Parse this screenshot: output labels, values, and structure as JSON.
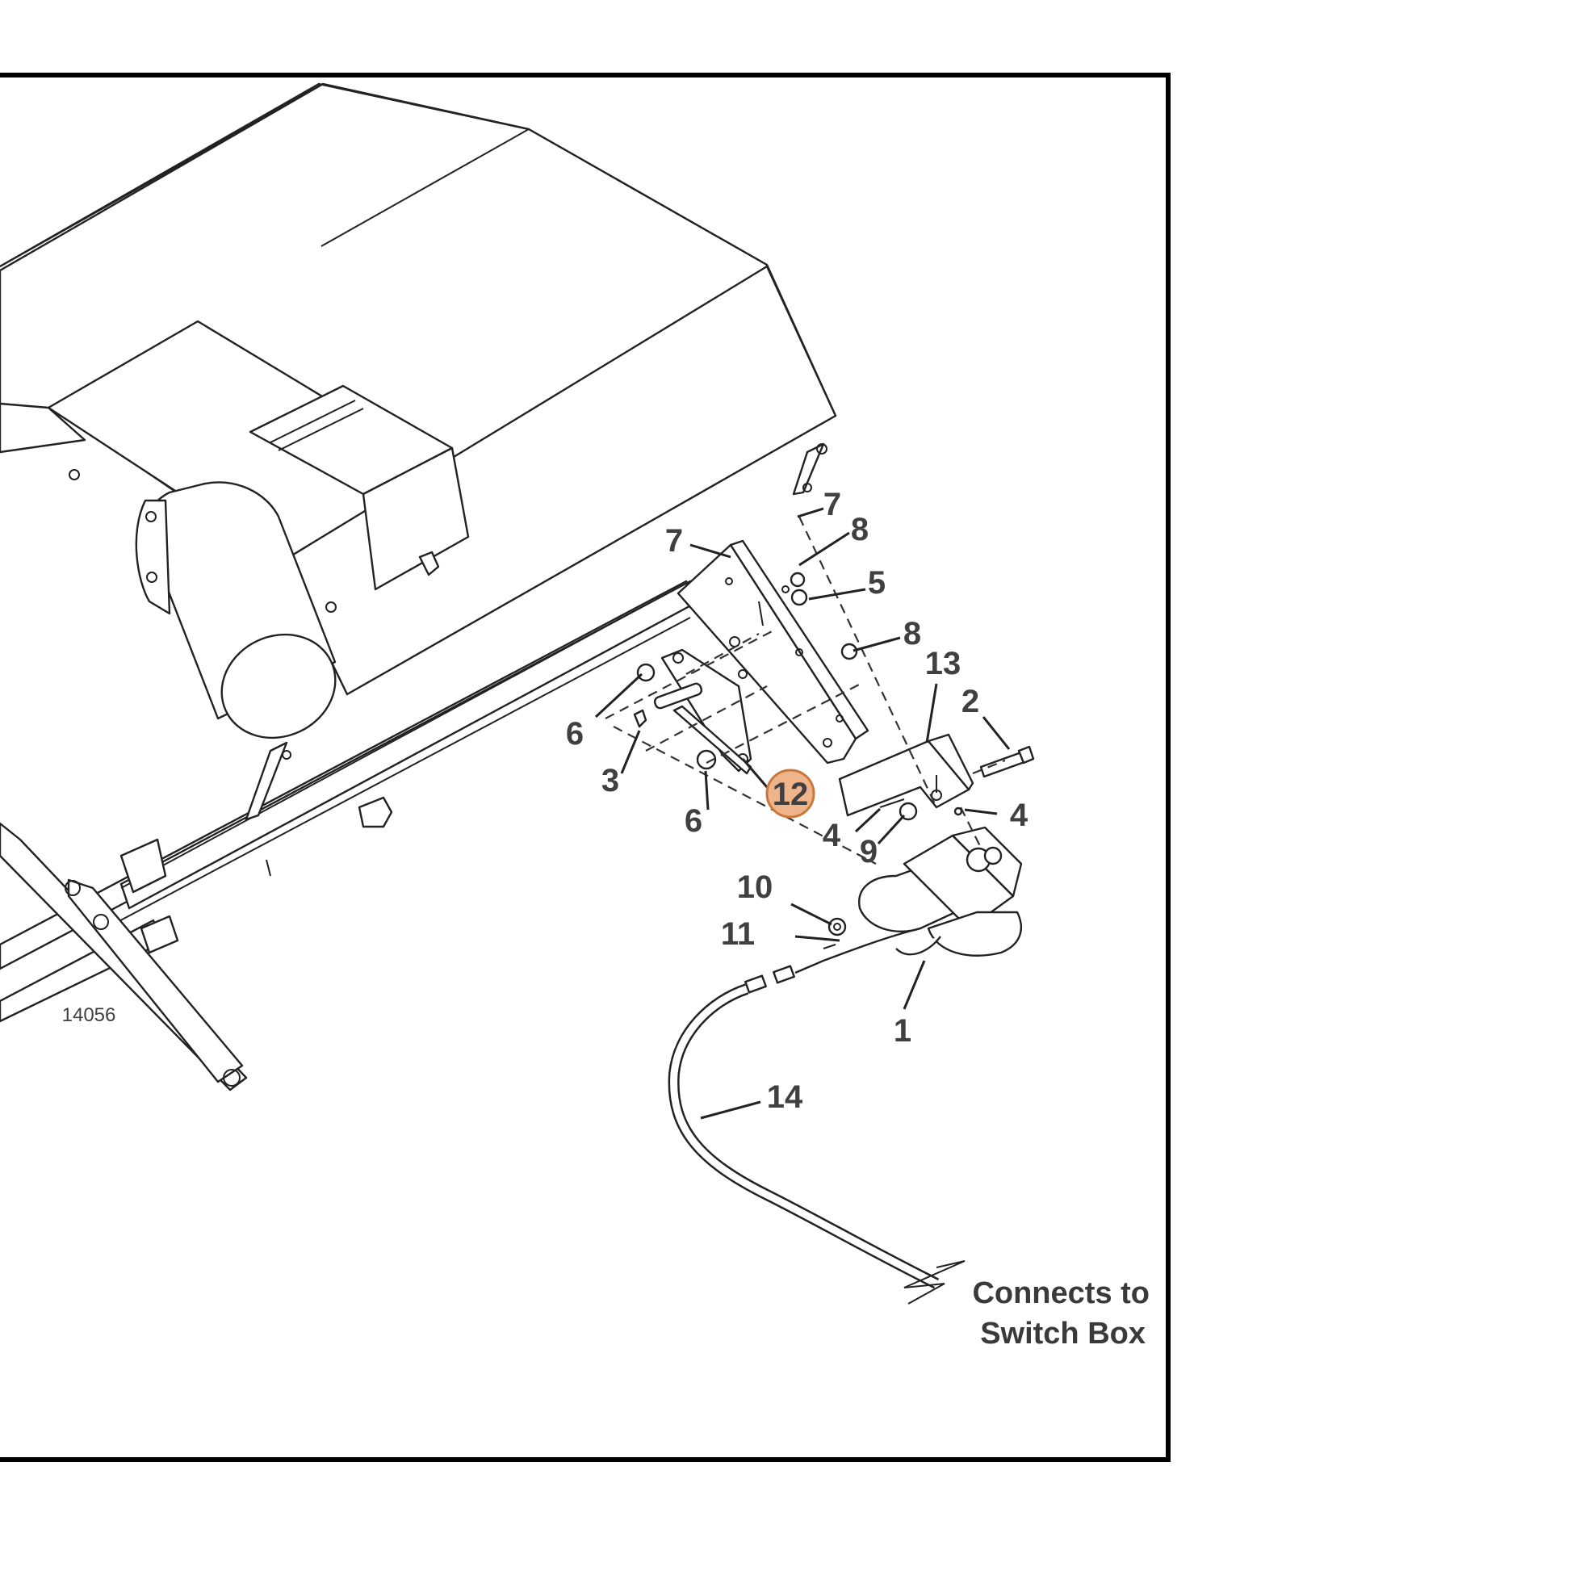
{
  "drawing_number": "14056",
  "note": {
    "line1": "Connects to",
    "line2": "Switch Box"
  },
  "callouts": [
    {
      "id": "c1",
      "label": "1"
    },
    {
      "id": "c2",
      "label": "2"
    },
    {
      "id": "c3",
      "label": "3"
    },
    {
      "id": "c4a",
      "label": "4"
    },
    {
      "id": "c4b",
      "label": "4"
    },
    {
      "id": "c5",
      "label": "5"
    },
    {
      "id": "c6a",
      "label": "6"
    },
    {
      "id": "c6b",
      "label": "6"
    },
    {
      "id": "c7a",
      "label": "7"
    },
    {
      "id": "c7b",
      "label": "7"
    },
    {
      "id": "c8a",
      "label": "8"
    },
    {
      "id": "c8b",
      "label": "8"
    },
    {
      "id": "c9",
      "label": "9"
    },
    {
      "id": "c10",
      "label": "10"
    },
    {
      "id": "c11",
      "label": "11"
    },
    {
      "id": "c12",
      "label": "12",
      "highlighted": true
    },
    {
      "id": "c13",
      "label": "13"
    },
    {
      "id": "c14",
      "label": "14"
    }
  ],
  "colors": {
    "highlight_fill": "#F0B48A",
    "highlight_stroke": "#C8783C",
    "frame": "#000000",
    "ink": "#222222"
  }
}
